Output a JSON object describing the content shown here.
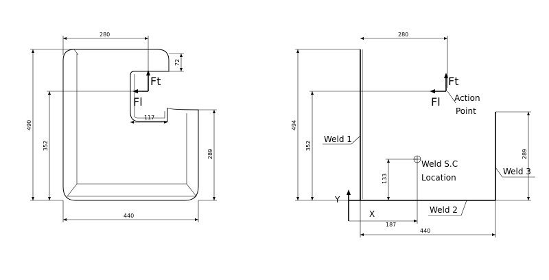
{
  "left_view": {
    "dims": {
      "width_top": "280",
      "height_total": "490",
      "height_352": "352",
      "notch_depth": "72",
      "notch_width": "117",
      "right_height": "289",
      "width_bottom": "440"
    },
    "force_labels": {
      "ft": "Ft",
      "fl": "Fl"
    }
  },
  "right_view": {
    "dims": {
      "width_top": "280",
      "height_total": "494",
      "height_352": "352",
      "right_height": "289",
      "sc_height": "133",
      "sc_x": "187",
      "width_bottom": "440"
    },
    "force_labels": {
      "ft": "Ft",
      "fl": "Fl"
    },
    "axes": {
      "y": "Y",
      "x": "X"
    },
    "labels": {
      "action_line1": "Action",
      "action_line2": "Point",
      "weld1": "Weld 1",
      "weld2": "Weld 2",
      "weld3": "Weld 3",
      "sc_line1": "Weld S.C",
      "sc_line2": "Location"
    }
  }
}
